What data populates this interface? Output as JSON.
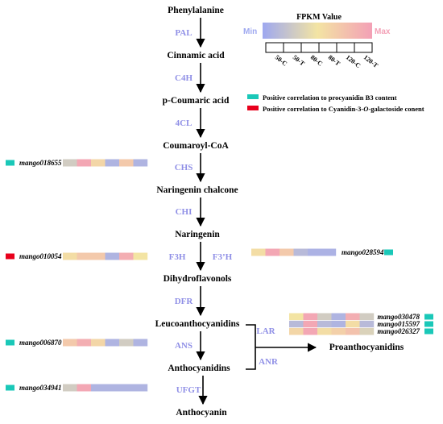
{
  "metabolites": {
    "phenylalanine": "Phenylalanine",
    "cinnamic_acid": "Cinnamic acid",
    "p_coumaric_acid": "p-Coumaric acid",
    "coumaroyl_coa": "Coumaroyl-CoA",
    "naringenin_chalcone": "Naringenin chalcone",
    "naringenin": "Naringenin",
    "dihydroflavonols": "Dihydroflavonols",
    "leucoanthocyanidins": "Leucoanthocyanidins",
    "anthocyanidins": "Anthocyanidins",
    "anthocyanin": "Anthocyanin",
    "proanthocyanidins": "Proanthocyanidins"
  },
  "enzymes": {
    "pal": "PAL",
    "c4h": "C4H",
    "4cl": "4CL",
    "chs": "CHS",
    "chi": "CHI",
    "f3h": "F3H",
    "f3prime_h": "F3’H",
    "dfr": "DFR",
    "ans": "ANS",
    "ufgt": "UFGT",
    "lar": "LAR",
    "anr": "ANR"
  },
  "fpkm_legend": {
    "title": "FPKM Value",
    "min_label": "Min",
    "max_label": "Max",
    "samples": [
      "50-C",
      "50-T",
      "80-C",
      "80-T",
      "120-C",
      "120-T"
    ]
  },
  "correlation_legend": {
    "procyanidin": {
      "color": "#1ac8b8",
      "text": "Positive correlation to procyanidin B3 content"
    },
    "cyanidin": {
      "color": "#e8001c",
      "text_before": "Positive correlation to Cyanidin-3-",
      "text_italic": "O",
      "text_after": "-galactoside conent"
    }
  },
  "colors": {
    "low": "#9ea8f0",
    "mid": "#f3e4a3",
    "high": "#f3a0b6",
    "enzyme": "#8f8fe6",
    "teal": "#1ac8b8",
    "red": "#e8001c"
  },
  "genes": [
    {
      "id": "mango018655",
      "correlation": "procyanidin",
      "fpkm": [
        0.3,
        0.95,
        0.6,
        0.1,
        0.7,
        0.1
      ]
    },
    {
      "id": "mango010054",
      "correlation": "cyanidin",
      "fpkm": [
        0.55,
        0.7,
        0.7,
        0.1,
        0.9,
        0.5
      ]
    },
    {
      "id": "mango028594",
      "correlation": "procyanidin",
      "fpkm": [
        0.55,
        0.95,
        0.7,
        0.15,
        0.08,
        0.08
      ]
    },
    {
      "id": "mango030478",
      "correlation": "procyanidin",
      "fpkm": [
        0.5,
        0.95,
        0.3,
        0.1,
        0.9,
        0.3
      ]
    },
    {
      "id": "mango015597",
      "correlation": "procyanidin",
      "fpkm": [
        0.15,
        0.95,
        0.15,
        0.1,
        0.55,
        0.15
      ]
    },
    {
      "id": "mango026327",
      "correlation": "procyanidin",
      "fpkm": [
        0.6,
        0.95,
        0.55,
        0.65,
        0.75,
        0.35
      ]
    },
    {
      "id": "mango006870",
      "correlation": "procyanidin",
      "fpkm": [
        0.7,
        0.9,
        0.6,
        0.1,
        0.3,
        0.1
      ]
    },
    {
      "id": "mango034941",
      "correlation": "procyanidin",
      "fpkm": [
        0.3,
        0.95,
        0.1,
        0.1,
        0.1,
        0.1
      ]
    }
  ]
}
